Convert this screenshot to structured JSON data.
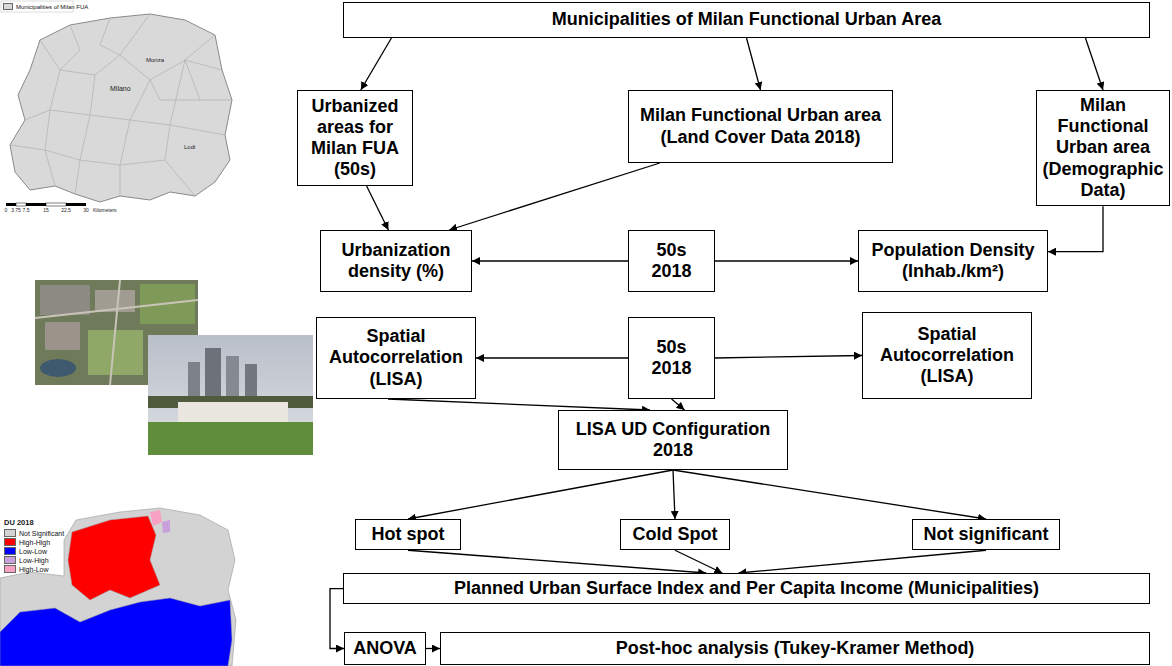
{
  "diagram": {
    "nodes": [
      {
        "text": [
          "Municipalities of Milan Functional Urban Area"
        ]
      },
      {
        "text": [
          "Urbanized areas for Milan FUA (50s)"
        ]
      },
      {
        "text": [
          "Milan Functional Urban area (Land Cover Data 2018)"
        ]
      },
      {
        "text": [
          "Milan Functional Urban area (Demographic Data)"
        ]
      },
      {
        "text": [
          "Urbanization density (%)"
        ]
      },
      {
        "text": [
          "50s 2018"
        ]
      },
      {
        "text": [
          "Population Density (Inhab./km²)"
        ]
      },
      {
        "text": [
          "Spatial Autocorrelation (LISA)"
        ]
      },
      {
        "text": [
          "50s 2018"
        ]
      },
      {
        "text": [
          "Spatial Autocorrelation (LISA)"
        ]
      },
      {
        "text": [
          "LISA UD Configuration 2018"
        ]
      },
      {
        "text": [
          "Hot spot"
        ]
      },
      {
        "text": [
          "Cold Spot"
        ]
      },
      {
        "text": [
          "Not significant"
        ]
      },
      {
        "text": [
          "Planned Urban Surface Index and Per Capita Income (Municipalities)"
        ]
      },
      {
        "text": [
          "ANOVA"
        ]
      },
      {
        "text": [
          "Post-hoc analysis (Tukey-Kramer Method)"
        ]
      }
    ],
    "edges": [
      {
        "from": 0,
        "to": 1,
        "arrow": "to"
      },
      {
        "from": 0,
        "to": 2,
        "arrow": "to"
      },
      {
        "from": 0,
        "to": 3,
        "arrow": "to"
      },
      {
        "from": 1,
        "to": 4,
        "arrow": "to"
      },
      {
        "from": 2,
        "to": 4,
        "arrow": "to"
      },
      {
        "from": 3,
        "to": 6,
        "arrow": "to"
      },
      {
        "from": 5,
        "to": 4,
        "arrow": "to"
      },
      {
        "from": 5,
        "to": 6,
        "arrow": "to"
      },
      {
        "from": 8,
        "to": 7,
        "arrow": "to"
      },
      {
        "from": 8,
        "to": 9,
        "arrow": "to"
      },
      {
        "from": 7,
        "to": 10,
        "arrow": "to"
      },
      {
        "from": 8,
        "to": 10,
        "arrow": "to"
      },
      {
        "from": 10,
        "to": 11,
        "arrow": "to"
      },
      {
        "from": 10,
        "to": 12,
        "arrow": "to"
      },
      {
        "from": 10,
        "to": 13,
        "arrow": "to"
      },
      {
        "from": 11,
        "to": 14,
        "arrow": "to"
      },
      {
        "from": 12,
        "to": 14,
        "arrow": "to"
      },
      {
        "from": 13,
        "to": 14,
        "arrow": "to"
      },
      {
        "from": 14,
        "to": 15,
        "arrow": "to"
      },
      {
        "from": 15,
        "to": 16,
        "arrow": "to"
      }
    ],
    "labels": [
      "Milano",
      "Monza",
      "Lodi",
      "0",
      "3.75",
      "7.5",
      "15",
      "22.5",
      "30",
      "Kilometers",
      "DU 2018"
    ],
    "legend": [
      {
        "text": "Municipalities of Milan FUA",
        "color": "#d9d9d9"
      },
      {
        "text": "Not Significant",
        "color": "#d3d3d3"
      },
      {
        "text": "High-High",
        "color": "#ff0000"
      },
      {
        "text": "Low-Low",
        "color": "#0000ff"
      },
      {
        "text": "Low-High",
        "color": "#c9a0dc"
      },
      {
        "text": "High-Low",
        "color": "#f7a1c4"
      }
    ]
  }
}
